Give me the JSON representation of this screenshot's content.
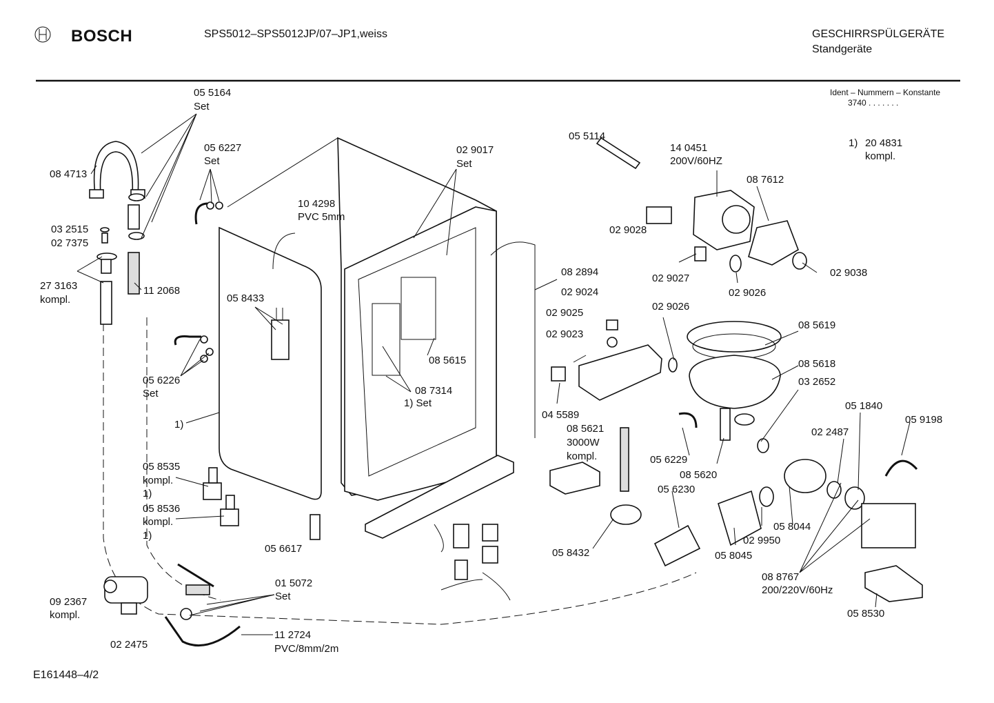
{
  "header": {
    "brand": "BOSCH",
    "model": "SPS5012–SPS5012JP/07–JP1,weiss",
    "category": "GESCHIRRSPÜLGERÄTE",
    "subcategory": "Standgeräte",
    "ident_title": "Ident – Nummern – Konstante",
    "ident_value": "3740  .  .    .  .  .  .  ."
  },
  "footer": {
    "code": "E161448–4/2"
  },
  "note": {
    "num": "1)",
    "part": "20 4831",
    "desc": "kompl."
  },
  "labels": [
    {
      "id": "055164",
      "lines": [
        "05 5164",
        "Set"
      ]
    },
    {
      "id": "084713",
      "lines": [
        "08 4713"
      ]
    },
    {
      "id": "032515",
      "lines": [
        "03 2515",
        "02 7375"
      ]
    },
    {
      "id": "273163",
      "lines": [
        "27 3163",
        "kompl."
      ]
    },
    {
      "id": "112068",
      "lines": [
        "11 2068"
      ]
    },
    {
      "id": "056227",
      "lines": [
        "05 6227",
        "Set"
      ]
    },
    {
      "id": "104298",
      "lines": [
        "10 4298",
        "PVC 5mm"
      ]
    },
    {
      "id": "058433",
      "lines": [
        "05 8433"
      ]
    },
    {
      "id": "056226",
      "lines": [
        "05 6226",
        "Set"
      ]
    },
    {
      "id": "ref1a",
      "lines": [
        "1)"
      ]
    },
    {
      "id": "058535",
      "lines": [
        "05 8535",
        "kompl.",
        "1)"
      ]
    },
    {
      "id": "058536",
      "lines": [
        "05 8536",
        "kompl.",
        "1)"
      ]
    },
    {
      "id": "056617",
      "lines": [
        "05 6617"
      ]
    },
    {
      "id": "015072",
      "lines": [
        "01 5072",
        "Set"
      ]
    },
    {
      "id": "092367",
      "lines": [
        "09 2367",
        "kompl."
      ]
    },
    {
      "id": "022475",
      "lines": [
        "02 2475"
      ]
    },
    {
      "id": "112724",
      "lines": [
        "11 2724",
        "PVC/8mm/2m"
      ]
    },
    {
      "id": "029017",
      "lines": [
        "02 9017",
        "Set"
      ]
    },
    {
      "id": "085615",
      "lines": [
        "08 5615"
      ]
    },
    {
      "id": "087314",
      "lines": [
        "08 7314"
      ]
    },
    {
      "id": "ref1b",
      "lines": [
        "1) Set"
      ]
    },
    {
      "id": "055114",
      "lines": [
        "05 5114"
      ]
    },
    {
      "id": "140451",
      "lines": [
        "14 0451",
        "200V/60HZ"
      ]
    },
    {
      "id": "087612",
      "lines": [
        "08 7612"
      ]
    },
    {
      "id": "029028",
      "lines": [
        "02 9028"
      ]
    },
    {
      "id": "029027",
      "lines": [
        "02 9027"
      ]
    },
    {
      "id": "029026a",
      "lines": [
        "02 9026"
      ]
    },
    {
      "id": "029038",
      "lines": [
        "02 9038"
      ]
    },
    {
      "id": "082894",
      "lines": [
        "08 2894"
      ]
    },
    {
      "id": "029024",
      "lines": [
        "02 9024"
      ]
    },
    {
      "id": "029025",
      "lines": [
        "02 9025"
      ]
    },
    {
      "id": "029023",
      "lines": [
        "02 9023"
      ]
    },
    {
      "id": "029026b",
      "lines": [
        "02 9026"
      ]
    },
    {
      "id": "085619",
      "lines": [
        "08 5619"
      ]
    },
    {
      "id": "085618",
      "lines": [
        "08 5618"
      ]
    },
    {
      "id": "032652",
      "lines": [
        "03 2652"
      ]
    },
    {
      "id": "045589",
      "lines": [
        "04 5589"
      ]
    },
    {
      "id": "085621",
      "lines": [
        "08 5621",
        "3000W",
        "kompl."
      ]
    },
    {
      "id": "051840",
      "lines": [
        "05 1840"
      ]
    },
    {
      "id": "059198",
      "lines": [
        "05 9198"
      ]
    },
    {
      "id": "022487",
      "lines": [
        "02 2487"
      ]
    },
    {
      "id": "056229",
      "lines": [
        "05 6229"
      ]
    },
    {
      "id": "085620",
      "lines": [
        "08 5620"
      ]
    },
    {
      "id": "056230",
      "lines": [
        "05 6230"
      ]
    },
    {
      "id": "058044",
      "lines": [
        "05 8044"
      ]
    },
    {
      "id": "029950",
      "lines": [
        "02 9950"
      ]
    },
    {
      "id": "058432",
      "lines": [
        "05 8432"
      ]
    },
    {
      "id": "058045",
      "lines": [
        "05 8045"
      ]
    },
    {
      "id": "088767",
      "lines": [
        "08 8767",
        "200/220V/60Hz"
      ]
    },
    {
      "id": "058530",
      "lines": [
        "05 8530"
      ]
    }
  ]
}
